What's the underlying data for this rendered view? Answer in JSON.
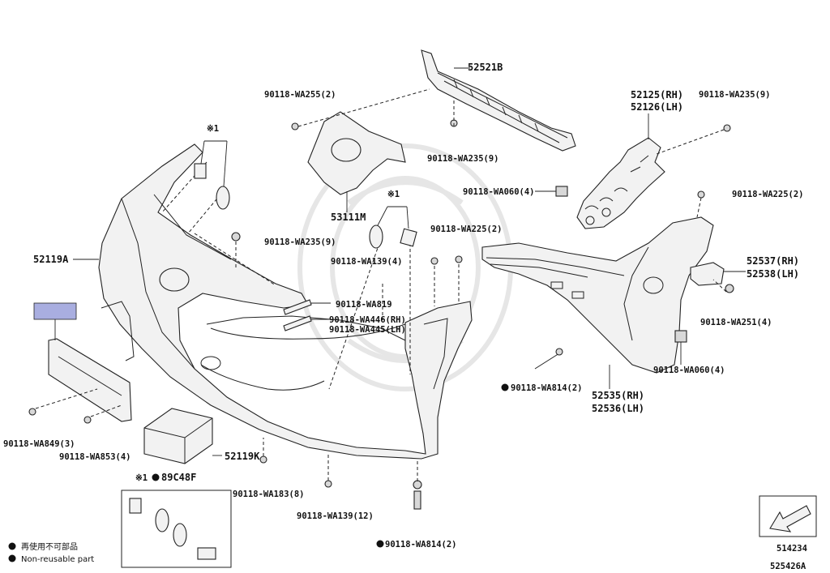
{
  "labels": {
    "l_52521B": "52521B",
    "l_wa255": "90118-WA255(2)",
    "l_52125": "52125(RH)",
    "l_52126": "52126(LH)",
    "l_wa235_9a": "90118-WA235(9)",
    "l_note1a": "※1",
    "l_wa235_9b": "90118-WA235(9)",
    "l_wa060_4a": "90118-WA060(4)",
    "l_53111M": "53111M",
    "l_note1b": "※1",
    "l_wa225_2a": "90118-WA225(2)",
    "l_wa235_9c": "90118-WA235(9)",
    "l_wa225_2b": "90118-WA225(2)",
    "l_52119A": "52119A",
    "l_wa139_4": "90118-WA139(4)",
    "l_52537": "52537(RH)",
    "l_52538": "52538(LH)",
    "l_wa819": "90118-WA819",
    "l_wa446": "90118-WA446(RH)",
    "l_wa445": "90118-WA445(LH)",
    "l_wa251_4": "90118-WA251(4)",
    "l_wa060_4b": "90118-WA060(4)",
    "l_wa814_2a": "90118-WA814(2)",
    "l_52535": "52535(RH)",
    "l_52536": "52536(LH)",
    "l_wa849_3": "90118-WA849(3)",
    "l_wa853_4": "90118-WA853(4)",
    "l_52119K": "52119K",
    "l_89C48F": "89C48F",
    "l_note1c": "※1",
    "l_wa183_8": "90118-WA183(8)",
    "l_wa139_12": "90118-WA139(12)",
    "l_wa814_2b": "90118-WA814(2)",
    "l_514234": "514234",
    "l_525426A": "525426A"
  },
  "legend": {
    "jp": "再使用不可部品",
    "en": "Non-reusable part"
  },
  "colors": {
    "license_plate_highlight": "#a9aee0",
    "line": "#222222"
  }
}
